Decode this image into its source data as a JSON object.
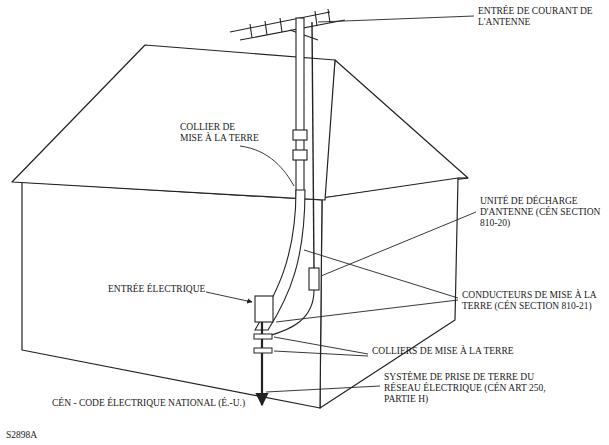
{
  "diagram": {
    "labels": [
      "ENTRÉE DE COURANT DE L'ANTENNE",
      "COLLIER DE MISE À LA TERRE",
      "UNITÉ DE DÉCHARGE D'ANTENNE (CÉN SECTION 810-20)",
      "ENTRÉE ÉLECTRIQUE",
      "CONDUCTEURS DE MISE À LA TERRE (CÉN SECTION 810-21)",
      "COLLIERS DE MISE À LA TERRE",
      "SYSTÈME DE PRISE DE TERRE DU RÉSEAU ÉLECTRIQUE (CÉN ART 250, PARTIE H)",
      "CÉN - CODE ÉLECTRIQUE NATIONAL (É.-U.)",
      "S2898A"
    ]
  }
}
